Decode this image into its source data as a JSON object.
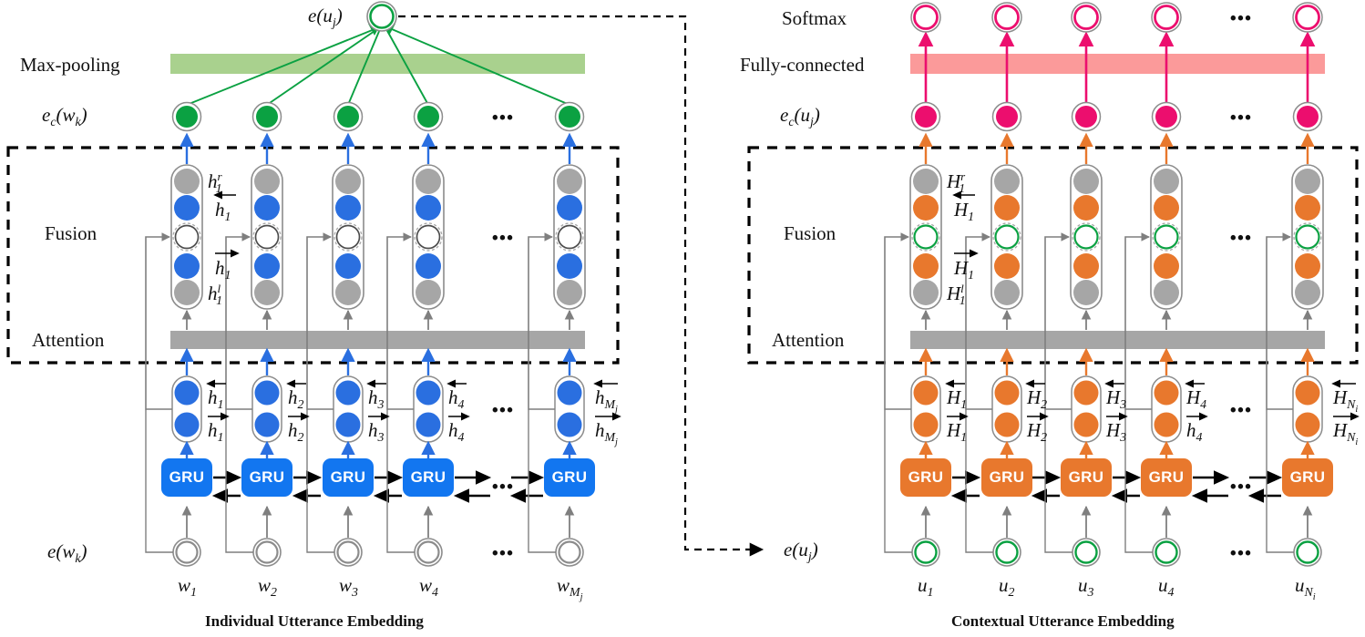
{
  "figure": {
    "type": "neural-network-architecture-diagram",
    "title": "Hierarchical BiGRU utterance embedding architecture",
    "panels": [
      {
        "id": "left",
        "caption": "Individual Utterance Embedding",
        "accent_color": "#1276f0",
        "stage_labels": [
          "Max-pooling",
          "Fusion",
          "Attention"
        ],
        "output_node_label": "e(u_j)",
        "embedding_row_label": "e_c(w_k)",
        "input_row_label": "e(w_k)",
        "pool_bar_color": "#a9d18e",
        "pool_bar_name": "Max-pooling",
        "cell_label": "GRU",
        "attention_bar_color": "#a6a6a6",
        "tokens": [
          "w1",
          "w2",
          "w3",
          "w4",
          "wMj"
        ],
        "hidden_back": [
          "h1",
          "h2",
          "h3",
          "h4",
          "hMj"
        ],
        "hidden_fwd": [
          "h1",
          "h2",
          "h3",
          "h4",
          "hMj"
        ],
        "fusion_labels": {
          "top": "h1r",
          "upper": "h1 (back)",
          "lower": "h1 (fwd)",
          "bottom": "h1l"
        },
        "ellipsis": "•••"
      },
      {
        "id": "right",
        "caption": "Contextual Utterance Embedding",
        "accent_color": "#e8782d",
        "stage_labels": [
          "Softmax",
          "Fully-connected",
          "Fusion",
          "Attention"
        ],
        "embedding_row_label": "e_c(u_j)",
        "input_row_label": "e(u_j)",
        "fc_bar_color": "#fb9a9a",
        "softmax_ring_color": "#ec0e6e",
        "cell_label": "GRU",
        "attention_bar_color": "#a6a6a6",
        "tokens": [
          "u1",
          "u2",
          "u3",
          "u4",
          "uNi"
        ],
        "hidden_back": [
          "H1",
          "H2",
          "H3",
          "H4",
          "HNi"
        ],
        "hidden_fwd": [
          "H1",
          "H2",
          "H3",
          "h4",
          "HNi"
        ],
        "fusion_labels": {
          "top": "H1r",
          "upper": "H1 (back)",
          "lower": "H1 (fwd)",
          "bottom": "H1l"
        },
        "ellipsis": "•••"
      }
    ],
    "colors": {
      "blue": "#2a6fe0",
      "orange": "#e8782d",
      "green_fill": "#0ba142",
      "green_ring": "#0ba142",
      "magenta": "#ec0e6e",
      "grey_node": "#a6a6a6",
      "grey_bar": "#a6a6a6",
      "pool_green": "#a9d18e",
      "fc_pink": "#fb9a9a",
      "arrow_grey": "#7f7f7f",
      "dash_black": "#000000"
    },
    "left_labels": {
      "max_pooling": "Max-pooling",
      "fusion": "Fusion",
      "attention": "Attention",
      "ec_wk": "e",
      "ec_wk_sub": "c",
      "ec_wk_arg": "(w",
      "ec_wk_arg_sub": "k",
      "ec_wk_close": ")",
      "e_wk": "e(w",
      "e_wk_sub": "k",
      "e_wk_close": ")",
      "e_uj": "e(u",
      "e_uj_sub": "j",
      "e_uj_close": ")",
      "caption": "Individual Utterance Embedding"
    },
    "right_labels": {
      "softmax": "Softmax",
      "fully_connected": "Fully-connected",
      "fusion": "Fusion",
      "attention": "Attention",
      "ec_uj": "e",
      "ec_uj_sub": "c",
      "ec_uj_arg": "(u",
      "ec_uj_arg_sub": "j",
      "ec_uj_close": ")",
      "e_uj": "e(u",
      "e_uj_sub": "j",
      "e_uj_close": ")",
      "caption": "Contextual Utterance Embedding"
    },
    "gru_label": "GRU",
    "ellipsis": "•••",
    "left_token_labels": [
      {
        "base": "w",
        "sub": "1"
      },
      {
        "base": "w",
        "sub": "2"
      },
      {
        "base": "w",
        "sub": "3"
      },
      {
        "base": "w",
        "sub": "4"
      },
      {
        "base": "w",
        "sub": "Mj"
      }
    ],
    "right_token_labels": [
      {
        "base": "u",
        "sub": "1"
      },
      {
        "base": "u",
        "sub": "2"
      },
      {
        "base": "u",
        "sub": "3"
      },
      {
        "base": "u",
        "sub": "4"
      },
      {
        "base": "u",
        "sub": "Ni"
      }
    ],
    "left_hidden_labels": [
      {
        "back": "h1",
        "fwd": "h1"
      },
      {
        "back": "h2",
        "fwd": "h2"
      },
      {
        "back": "h3",
        "fwd": "h3"
      },
      {
        "back": "h4",
        "fwd": "h4"
      },
      {
        "back": "hMj",
        "fwd": "hMj"
      }
    ],
    "right_hidden_labels": [
      {
        "back": "H1",
        "fwd": "H1"
      },
      {
        "back": "H2",
        "fwd": "H2"
      },
      {
        "back": "H3",
        "fwd": "H3"
      },
      {
        "back": "H4",
        "fwd": "h4"
      },
      {
        "back": "HNi",
        "fwd": "HNi"
      }
    ],
    "left_fusion_stack_labels": {
      "hr": "h",
      "hr_sup": "r",
      "hr_sub": "1",
      "hback": "h",
      "hback_sub": "1",
      "hfwd": "h",
      "hfwd_sub": "1",
      "hl": "h",
      "hl_sup": "l",
      "hl_sub": "1"
    },
    "right_fusion_stack_labels": {
      "hr": "H",
      "hr_sup": "r",
      "hr_sub": "1",
      "hback": "H",
      "hback_sub": "1",
      "hfwd": "H",
      "hfwd_sub": "1",
      "hl": "H",
      "hl_sup": "l",
      "hl_sub": "1"
    }
  }
}
